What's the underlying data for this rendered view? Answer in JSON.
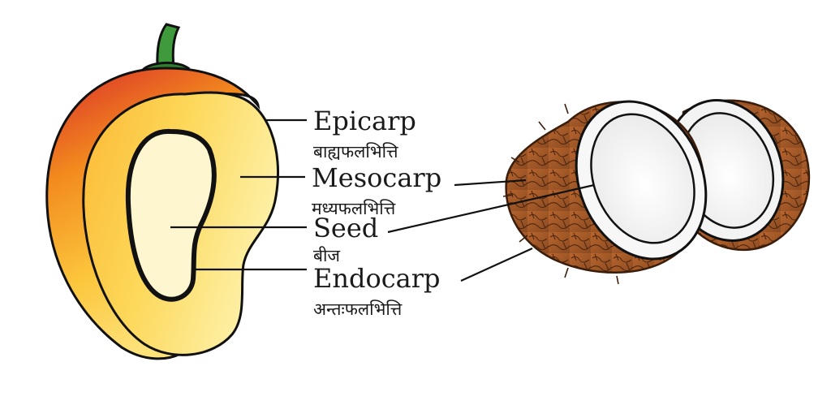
{
  "labels": {
    "epicarp": {
      "en": "Epicarp",
      "hi": "बाह्यफलभित्ति"
    },
    "mesocarp": {
      "en": "Mesocarp",
      "hi": "मध्यफलभित्ति"
    },
    "seed": {
      "en": "Seed",
      "hi": "बीज"
    },
    "endocarp": {
      "en": "Endocarp",
      "hi": "अन्तःफलभित्ति"
    }
  },
  "colors": {
    "epicarp_red": "#d92b2a",
    "epicarp_orange": "#f28a1e",
    "mesocarp_yellow": "#fcd64e",
    "mesocarp_light": "#fde98a",
    "seed_cream": "#fdf6cf",
    "stalk_green": "#3f9a3c",
    "coconut_husk": "#a25a2a",
    "coconut_husk_dark": "#5e2f12",
    "coconut_meat": "#ffffff"
  }
}
